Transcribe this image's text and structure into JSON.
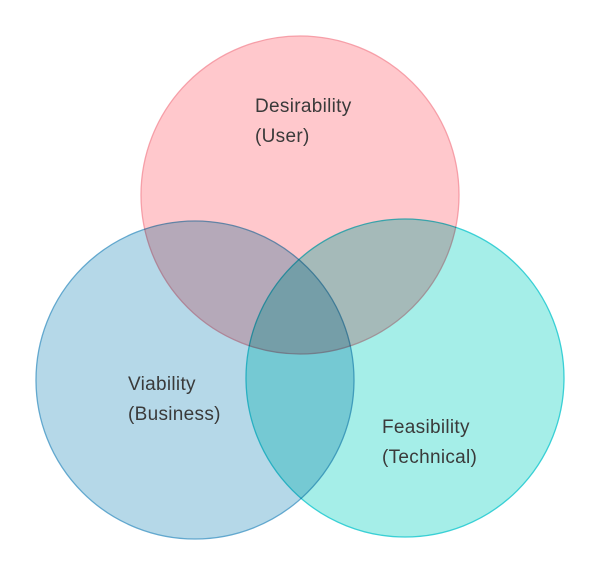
{
  "diagram": {
    "type": "venn",
    "background_color": "#ffffff",
    "text_color": "#3a3a3a",
    "circles": [
      {
        "id": "desirability",
        "label": "Desirability",
        "sublabel": "(User)",
        "fill": "#ffc8cc",
        "stroke": "#f5939e"
      },
      {
        "id": "viability",
        "label": "Viability",
        "sublabel": "(Business)",
        "fill": "#b5d8e8",
        "stroke": "#4e9cc8"
      },
      {
        "id": "feasibility",
        "label": "Feasibility",
        "sublabel": "(Technical)",
        "fill": "#a5eee8",
        "stroke": "#1ec9d0"
      }
    ]
  }
}
